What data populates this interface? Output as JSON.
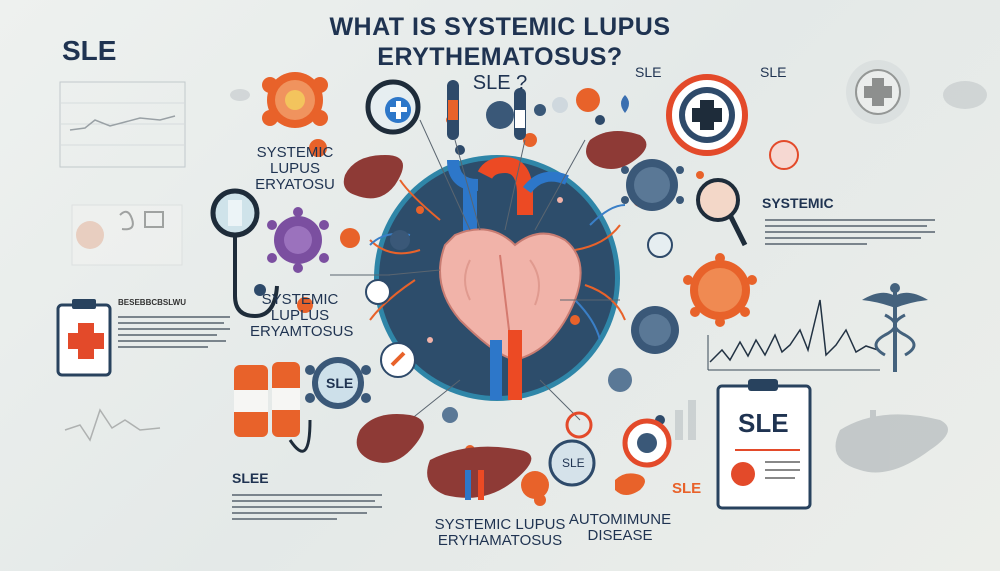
{
  "header": {
    "title": "WHAT IS SYSTEMIC LUPUS ERYTHEMATOSUS?",
    "subtitle": "SLE ?"
  },
  "corner_label": "SLE",
  "labels": {
    "left_top": "SYSTEMIC LUPUS ERYATOSU",
    "left_mid": "SYSTEMIC LUPLUS ERYAMTOSUS",
    "bottom_center": "SYSTEMIC LUPUS ERYHAMATOSUS",
    "bottom_right": "AUTOMIMUNE DISEASE",
    "right_heading": "SYSTEMIC",
    "left_bottom_heading": "SLEE",
    "tag_sle_1": "SLE",
    "tag_sle_2": "SLE",
    "tag_sle_orange": "SLE",
    "virus_sle": "SLE",
    "badge_sle": "SLE",
    "clipboard_sle": "SLE",
    "left_doc_heading": "BESEBBCBSLWU"
  },
  "colors": {
    "navy": "#1f3351",
    "orange": "#e8622a",
    "circle_bg": "#2d4d6b",
    "circle_ring": "#2f86a8",
    "heart_pink": "#f1b3a9",
    "liver": "#8e3a36"
  }
}
